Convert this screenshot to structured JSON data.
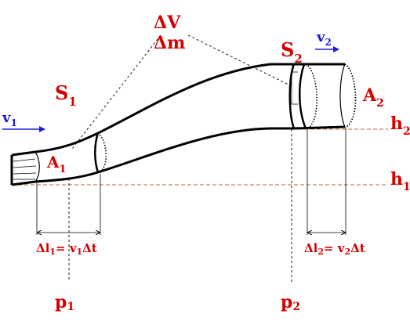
{
  "labels": {
    "delta_v": "ΔV",
    "delta_m": "Δm",
    "s1": "S",
    "s1_sub": "1",
    "s2": "S",
    "s2_sub": "2",
    "a1": "A",
    "a1_sub": "1",
    "a2": "A",
    "a2_sub": "2",
    "v1": "v",
    "v1_sub": "1",
    "v2": "v",
    "v2_sub": "2",
    "h1": "h",
    "h1_sub": "1",
    "h2": "h",
    "h2_sub": "2",
    "p1": "p",
    "p1_sub": "1",
    "p2": "p",
    "p2_sub": "2",
    "dl1_prefix": "Δl",
    "dl1_sub": "1",
    "dl1_eq": "= v",
    "dl1_sub2": "1",
    "dl1_tail": "Δt",
    "dl2_prefix": "Δl",
    "dl2_sub": "2",
    "dl2_eq": "= v",
    "dl2_sub2": "2",
    "dl2_tail": "Δt"
  },
  "colors": {
    "label_red": "#d40000",
    "velocity_blue": "#1a1ad8",
    "reference_line": "#c0603a",
    "pipe_stroke": "#000000"
  }
}
